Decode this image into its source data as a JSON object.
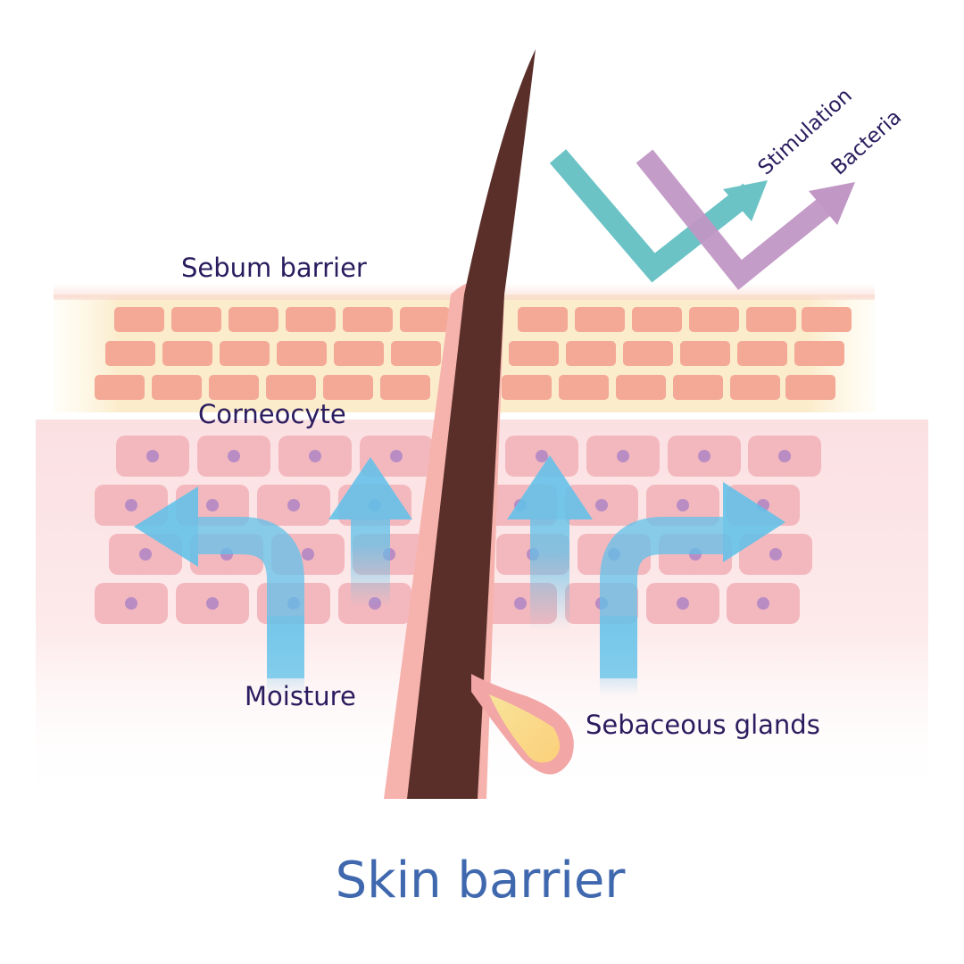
{
  "diagram": {
    "title": "Skin barrier",
    "labels": {
      "sebum_barrier": "Sebum barrier",
      "corneocyte": "Corneocyte",
      "moisture": "Moisture",
      "sebaceous_glands": "Sebaceous glands",
      "stimulation": "Stimulation",
      "bacteria": "Bacteria"
    },
    "colors": {
      "sebum_layer": "#fbeccb",
      "corneocyte_brick": "#f3a996",
      "cell": "#f3b8be",
      "nucleus": "#b98cc4",
      "hair": "#5a2f2a",
      "moisture_arrow": "#62c2ea",
      "stimulation_arrow": "#6cc3c6",
      "bacteria_arrow": "#c197c5",
      "title": "#3f68ae",
      "label": "#2a1c5e"
    }
  }
}
